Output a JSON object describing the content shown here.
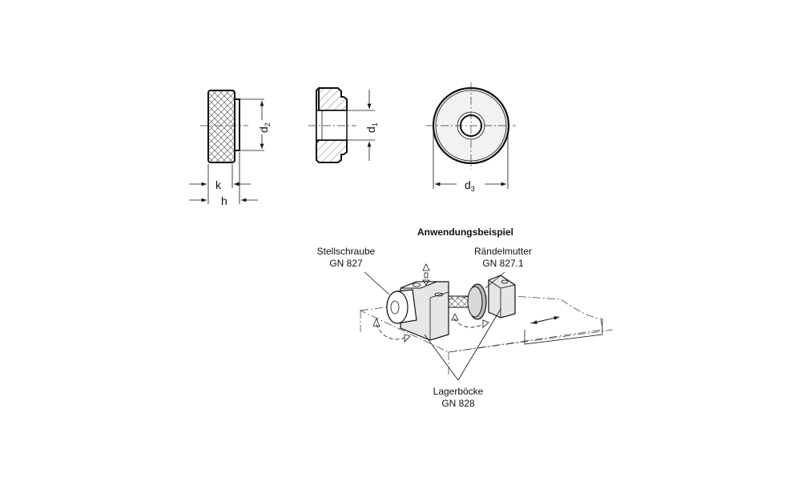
{
  "drawing": {
    "dimensions": {
      "d2": "d",
      "d2_sub": "2",
      "d1": "d",
      "d1_sub": "1",
      "d3": "d",
      "d3_sub": "3",
      "k": "k",
      "h": "h"
    },
    "application": {
      "title": "Anwendungsbeispiel",
      "labels": {
        "set_screw_name": "Stellschraube",
        "set_screw_code": "GN 827",
        "knurled_nut_name": "Rändelmutter",
        "knurled_nut_code": "GN 827.1",
        "bearing_blocks_name": "Lagerböcke",
        "bearing_blocks_code": "GN 828"
      }
    }
  }
}
